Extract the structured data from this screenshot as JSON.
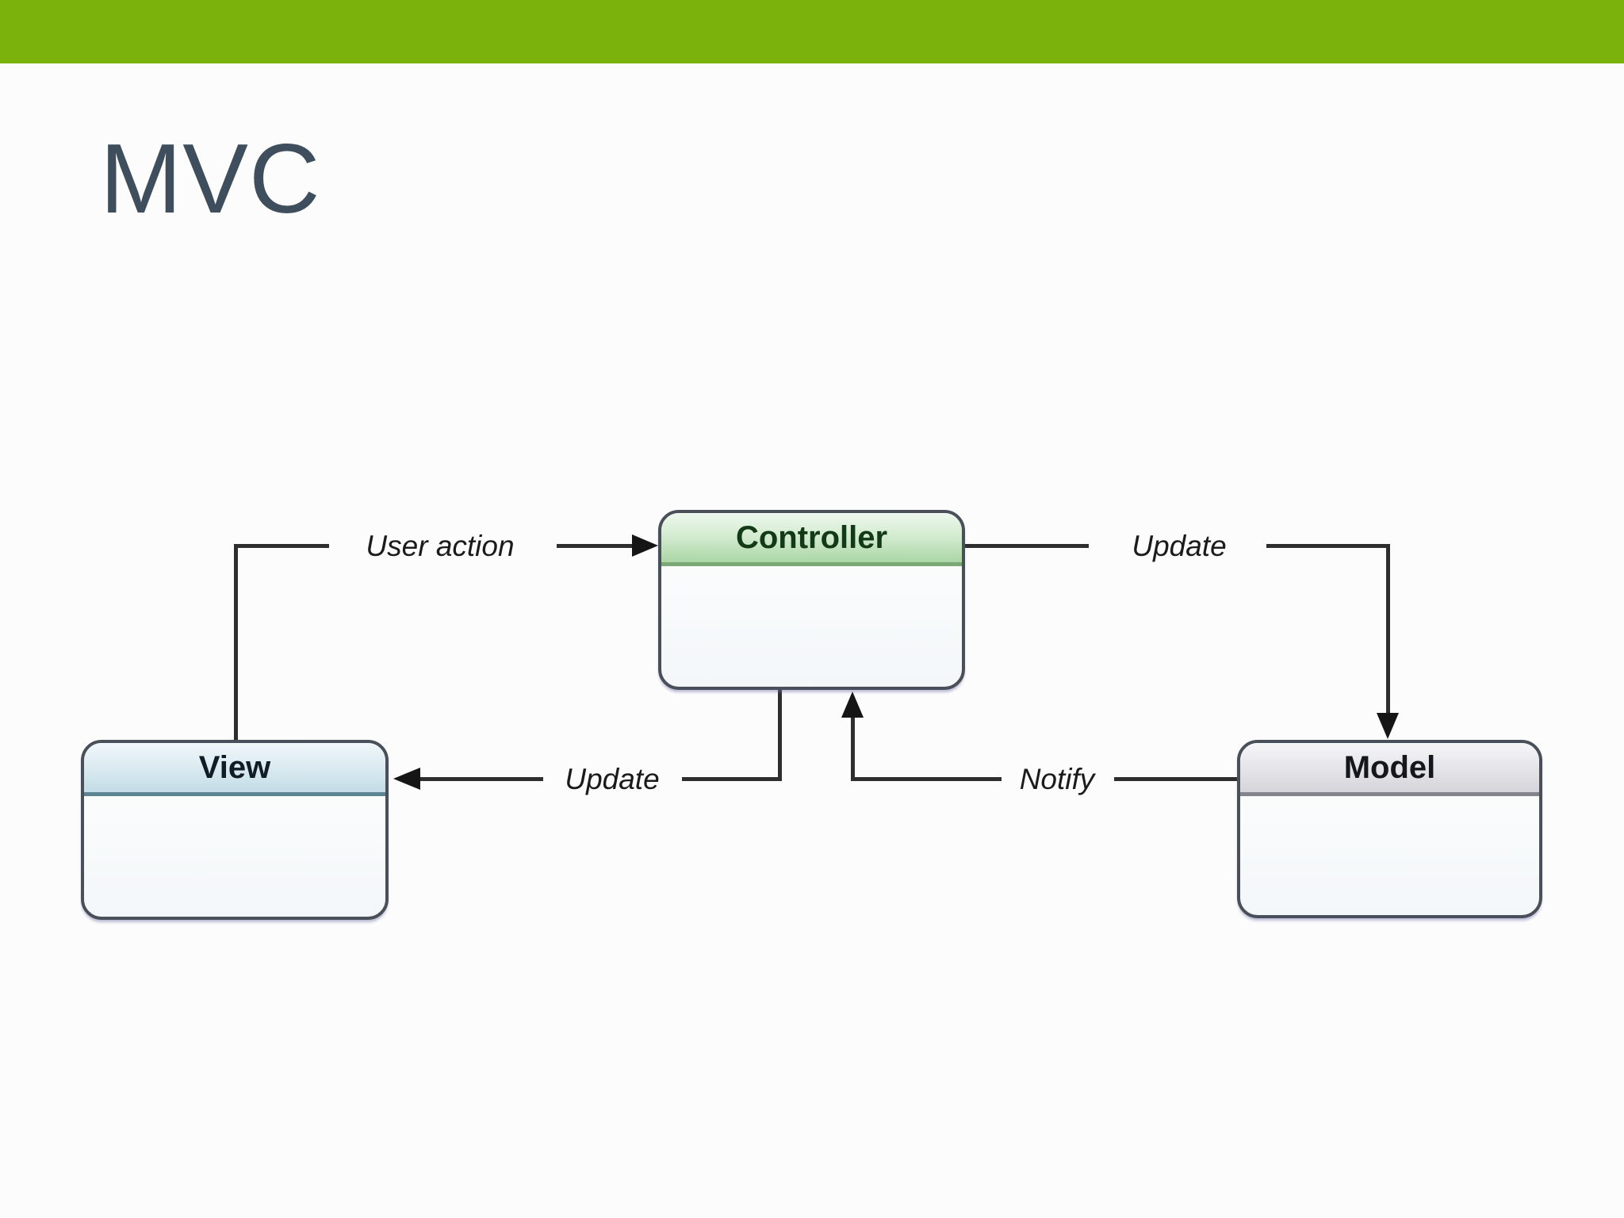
{
  "slide": {
    "title": "MVC"
  },
  "diagram": {
    "nodes": [
      {
        "id": "view",
        "label": "View",
        "header_color": "#c3dce6",
        "divider_color": "#5d8494",
        "label_color": "#101c26"
      },
      {
        "id": "controller",
        "label": "Controller",
        "header_color": "#abd6a6",
        "divider_color": "#7aa877",
        "label_color": "#123a16"
      },
      {
        "id": "model",
        "label": "Model",
        "header_color": "#d4d4da",
        "divider_color": "#83838d",
        "label_color": "#16161d"
      }
    ],
    "edges": [
      {
        "id": "user-action",
        "label": "User action",
        "from": "view",
        "to": "controller"
      },
      {
        "id": "update-model",
        "label": "Update",
        "from": "controller",
        "to": "model"
      },
      {
        "id": "update-view",
        "label": "Update",
        "from": "controller",
        "to": "view"
      },
      {
        "id": "notify",
        "label": "Notify",
        "from": "model",
        "to": "controller"
      }
    ]
  },
  "colors": {
    "accent_bar": "#7cb20c",
    "title_text": "#3f4e5d",
    "line": "#2e2e2e",
    "arrow": "#151515",
    "box_border": "#4a505a",
    "background": "#fcfcfc"
  }
}
